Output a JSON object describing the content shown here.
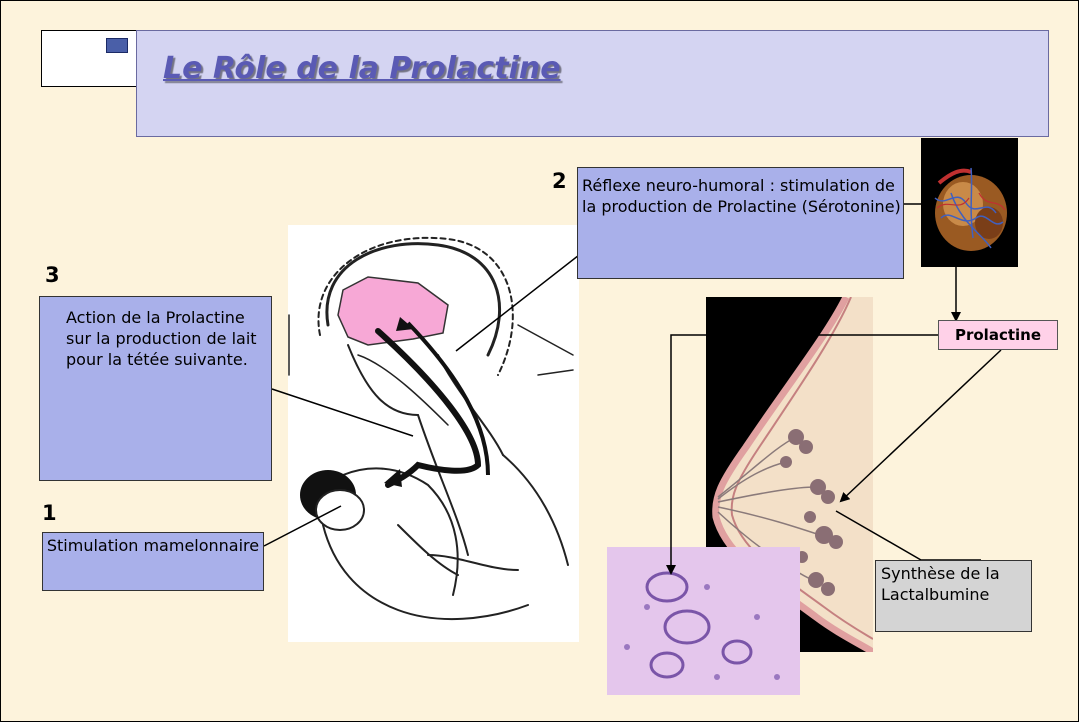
{
  "title": "Le Rôle de la Prolactine",
  "steps": {
    "step1": {
      "number": "1",
      "text": "Stimulation mamelonnaire"
    },
    "step2": {
      "number": "2",
      "text": "Réflexe neuro-humoral : stimulation de la production de Prolactine (Sérotonine)"
    },
    "step3": {
      "number": "3",
      "text": "Action de la Prolactine sur la production de lait pour la tétée suivante."
    }
  },
  "hormone_label": "Prolactine",
  "synthesis_label": "Synthèse de la Lactalbumine",
  "colors": {
    "background": "#fdf3dc",
    "title_box": "#d4d4f2",
    "title_text": "#5a5ab4",
    "callout": "#a9b0ea",
    "hormone_box": "#ffd1e8",
    "synthesis_box": "#d4d4d4"
  }
}
